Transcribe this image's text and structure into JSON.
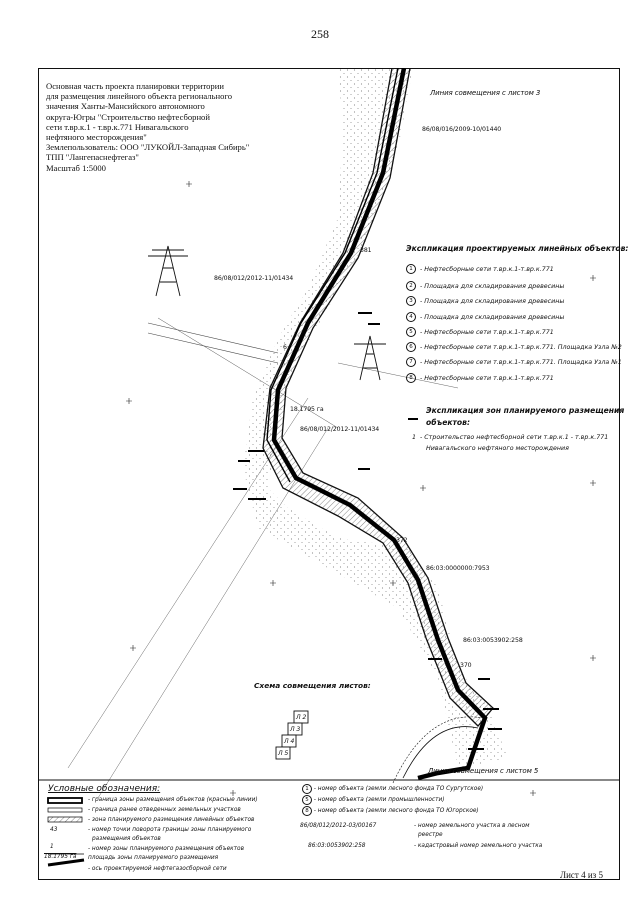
{
  "page_number": "258",
  "title_block": {
    "lines": [
      "Основная часть проекта планировки территории",
      "для размещения линейного объекта регионального",
      "значения Ханты-Мансийского автономного",
      "округа-Югры \"Строительство нефтесборной",
      "сети т.вр.к.1 - т.вр.к.771 Нивагальского",
      "нефтяного месторождения\"",
      "Землепользователь: ООО \"ЛУКОЙЛ-Западная Сибирь\"",
      "ТПП \"Лангепаснефтегаз\"",
      "Масштаб 1:5000"
    ]
  },
  "map_labels": {
    "match_line_top": "Линия совмещения с листом 3",
    "match_line_bottom": "Линия совмещения с листом 5",
    "parcel_1": "86/08/016/2009-10/01440",
    "parcel_2": "86/08/012/2012-11/01434",
    "parcel_3": "86/08/012/2012-11/01434",
    "parcel_4": "86:03:0000000:7953",
    "parcel_5": "86:03:0053902:258",
    "area_label": "18.1795 га",
    "point_372": "372",
    "point_370": "370",
    "point_381": "381",
    "point_6": "6"
  },
  "explication_lines": {
    "title": "Экспликация проектируемых линейных объектов:",
    "items": [
      {
        "num": "1",
        "text": "- Нефтесборные сети т.вр.к.1-т.вр.к.771"
      },
      {
        "num": "2",
        "text": "- Площадка для складирования древесины"
      },
      {
        "num": "3",
        "text": "- Площадка для складирования древесины"
      },
      {
        "num": "4",
        "text": "- Площадка для складирования древесины"
      },
      {
        "num": "5",
        "text": "- Нефтесборные сети т.вр.к.1-т.вр.к.771"
      },
      {
        "num": "6",
        "text": "- Нефтесборные сети т.вр.к.1-т.вр.к.771. Площадка Узла №2"
      },
      {
        "num": "7",
        "text": "- Нефтесборные сети т.вр.к.1-т.вр.к.771. Площадка Узла №1"
      },
      {
        "num": "8",
        "text": "- Нефтесборные сети т.вр.к.1-т.вр.к.771"
      }
    ]
  },
  "explication_zones": {
    "title_1": "Экспликация зон планируемого размещения",
    "title_2": "объектов:",
    "item_num": "1",
    "item_line_1": "- Строительство нефтесборной сети т.вр.к.1 - т.вр.к.771",
    "item_line_2": "Нивагальского нефтяного месторождения"
  },
  "sheet_scheme": {
    "title": "Схема совмещения листов:",
    "sheets": [
      "Л 2",
      "Л 3",
      "Л 4",
      "Л 5"
    ]
  },
  "legend": {
    "title": "Условные обозначения:",
    "left": [
      "- граница зоны размещения объектов (красные линии)",
      "- граница ранее отведенных земельных участков",
      "- зона планируемого размещения линейных объектов",
      "- номер точки поворота границы зоны планируемого",
      "размещения объектов",
      "- номер зоны планируемого размещения объектов",
      "площадь зоны планируемого размещения",
      "- ось проектируемой нефтегазосборной сети"
    ],
    "left_point_num": "43",
    "left_zone_num": "1",
    "left_area": "18.1795 га",
    "right": [
      "- номер объекта (земли лесного фонда ТО Сургутское)",
      "- номер объекта (земли промышленности)",
      "- номер объекта (земли лесного фонда ТО Югорское)"
    ],
    "right_nums": [
      "1",
      "5",
      "8"
    ],
    "forest_reg_num": "86/08/012/2012-03/00167",
    "forest_reg_text_1": "- номер земельного участка  в лесном",
    "forest_reg_text_2": "реестре",
    "cadastral_num": "86:03:0053902:258",
    "cadastral_text": "- кадастровый номер земельного участка"
  },
  "sheet_label": "Лист 4 из 5"
}
